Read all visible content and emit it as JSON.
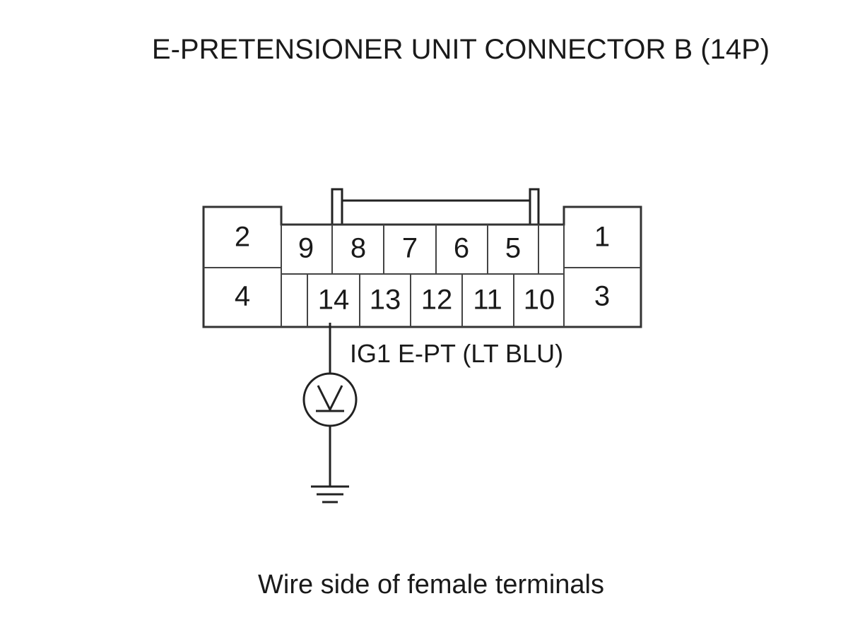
{
  "title": "E-PRETENSIONER UNIT CONNECTOR B (14P)",
  "connector": {
    "pins": {
      "p1": "1",
      "p2": "2",
      "p3": "3",
      "p4": "4",
      "p5": "5",
      "p6": "6",
      "p7": "7",
      "p8": "8",
      "p9": "9",
      "p10": "10",
      "p11": "11",
      "p12": "12",
      "p13": "13",
      "p14": "14"
    }
  },
  "probe": {
    "wire_label": "IG1 E-PT (LT BLU)",
    "pin": "14",
    "meter_icon": "voltmeter-icon",
    "ground_icon": "ground-icon"
  },
  "footer": "Wire side of female terminals"
}
